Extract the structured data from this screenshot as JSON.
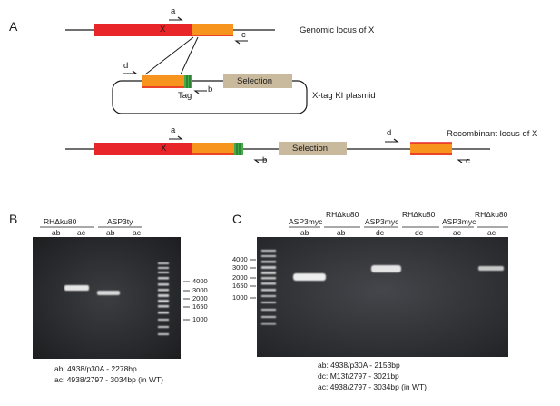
{
  "panel_a": {
    "letter": "A",
    "genomic_label": "Genomic locus of X",
    "gene_label": "X",
    "plasmid_label": "X-tag KI plasmid",
    "tag_label": "Tag",
    "selection_label": "Selection",
    "recombinant_label": "Recombinant locus of X",
    "recombinant_gene_label": "X",
    "recombinant_selection_label": "Selection",
    "primers": {
      "a": "a",
      "b": "b",
      "c": "c",
      "d": "d"
    },
    "colors": {
      "gene": "#e8262a",
      "homology": "#f7941d",
      "tag": "#3fae49",
      "selection": "#c9b99d"
    }
  },
  "panel_b": {
    "letter": "B",
    "strain_1": "RHΔku80",
    "strain_2": "ASP3ty",
    "lanes": [
      "ab",
      "ac",
      "ab",
      "ac"
    ],
    "ladder": [
      "4000",
      "3000",
      "2000",
      "1650",
      "1000"
    ],
    "legend": [
      "ab: 4938/p30A - 2278bp",
      "ac: 4938/2797 - 3034bp (in WT)"
    ]
  },
  "panel_c": {
    "letter": "C",
    "strains": [
      "ASP3myc",
      "RHΔku80",
      "ASP3myc",
      "RHΔku80",
      "ASP3myc",
      "RHΔku80"
    ],
    "lanes": [
      "ab",
      "ab",
      "dc",
      "dc",
      "ac",
      "ac"
    ],
    "ladder": [
      "4000",
      "3000",
      "2000",
      "1650",
      "1000"
    ],
    "legend": [
      "ab: 4938/p30A - 2153bp",
      "dc: M13f/2797 - 3021bp",
      "ac: 4938/2797 - 3034bp (in WT)"
    ]
  }
}
